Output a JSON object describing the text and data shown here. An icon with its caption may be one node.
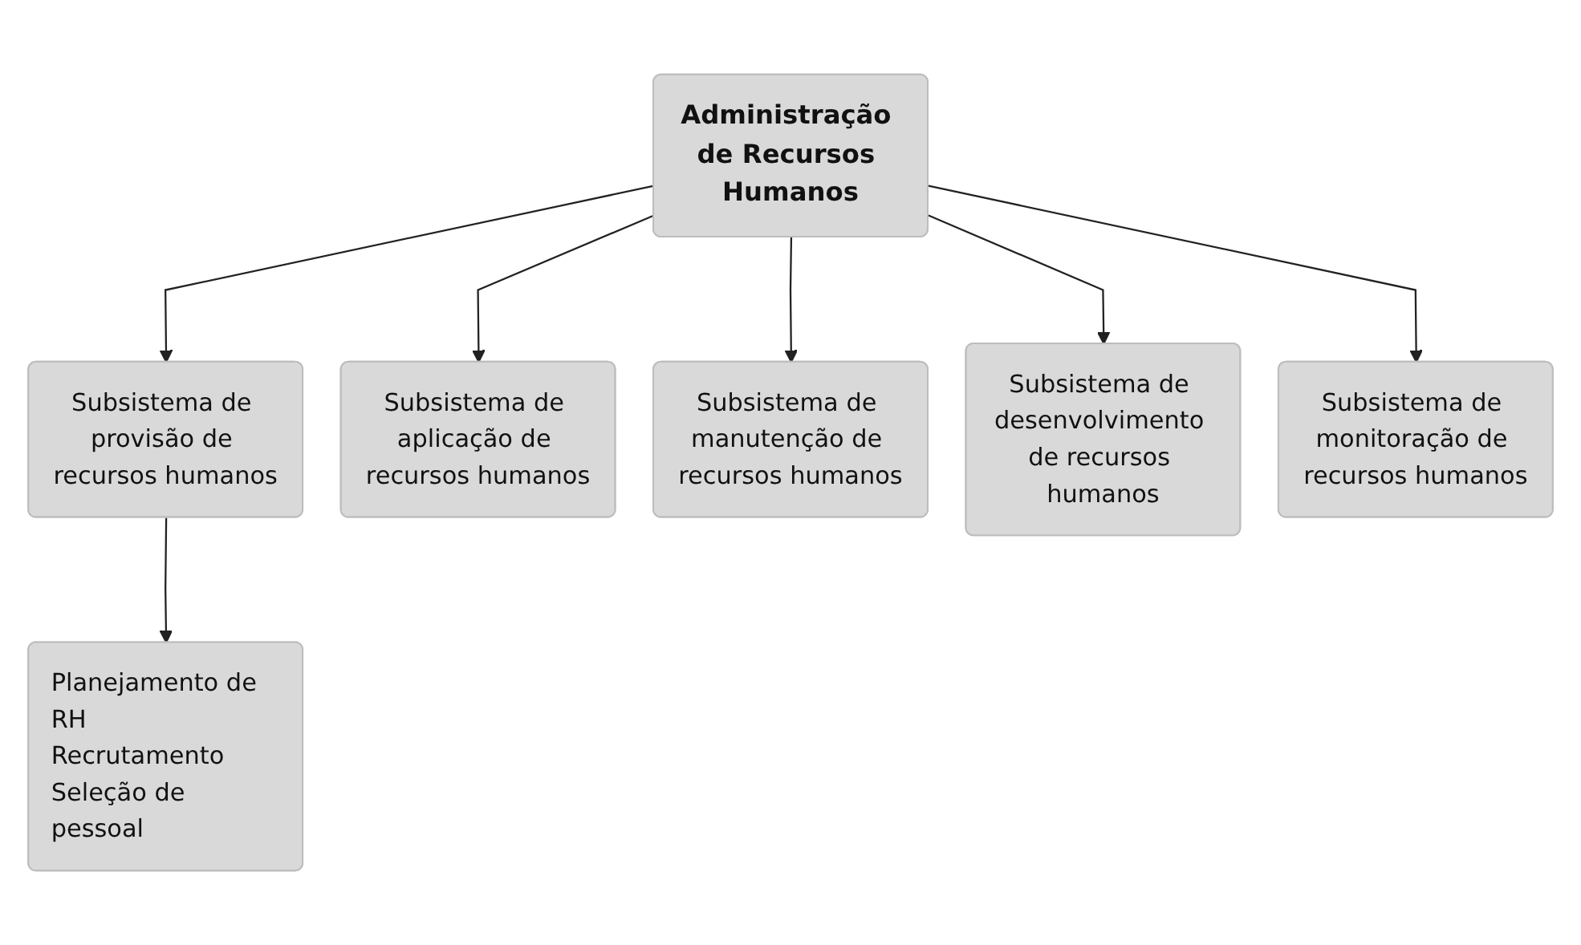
{
  "diagram": {
    "nodes": [
      {
        "text": [
          "Administração de Recursos Humanos"
        ]
      },
      {
        "text": [
          "Subsistema de provisão de recursos humanos"
        ]
      },
      {
        "text": [
          "Subsistema de aplicação de recursos humanos"
        ]
      },
      {
        "text": [
          "Subsistema de manutenção de recursos humanos"
        ]
      },
      {
        "text": [
          "Subsistema de desenvolvimento de recursos humanos"
        ]
      },
      {
        "text": [
          "Subsistema de monitoração de recursos humanos"
        ]
      },
      {
        "text": [
          "Planejamento de RH",
          "Recrutamento",
          "Seleção de pessoal"
        ]
      }
    ],
    "edges": [
      {
        "from": 0,
        "to": 1,
        "arrow": "to"
      },
      {
        "from": 0,
        "to": 2,
        "arrow": "to"
      },
      {
        "from": 0,
        "to": 3,
        "arrow": "to"
      },
      {
        "from": 0,
        "to": 4,
        "arrow": "to"
      },
      {
        "from": 0,
        "to": 5,
        "arrow": "to"
      },
      {
        "from": 1,
        "to": 6,
        "arrow": "to"
      }
    ]
  }
}
